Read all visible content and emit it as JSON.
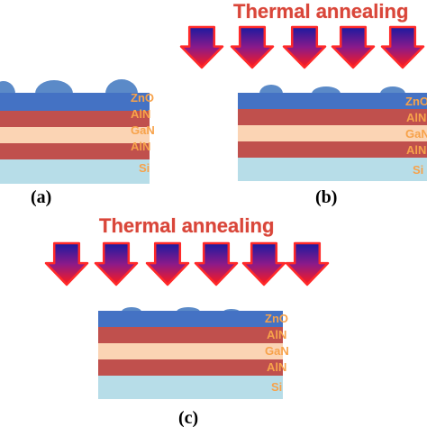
{
  "heading_text": "Thermal annealing",
  "layer_names": [
    "ZnO",
    "AlN",
    "GaN",
    "AlN",
    "Si"
  ],
  "panels": [
    {
      "id": "a",
      "label": "(a)"
    },
    {
      "id": "b",
      "label": "(b)"
    },
    {
      "id": "c",
      "label": "(c)"
    }
  ],
  "colors": {
    "zno": "#4472c4",
    "zno_grain": "#5b8ac8",
    "aln": "#c0504d",
    "gan": "#fbd4b4",
    "si": "#b7dde8",
    "arrow_top": "#1a1aa0",
    "arrow_bottom": "#ff1a1a",
    "heading": "#d9463a",
    "layer_label": "#f7a24a"
  }
}
